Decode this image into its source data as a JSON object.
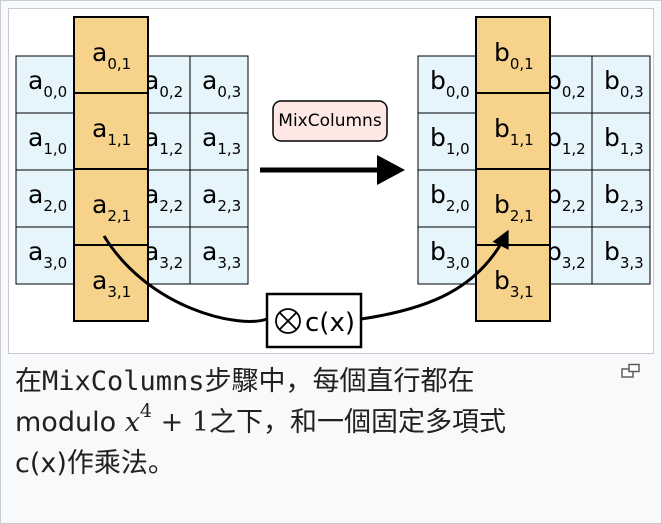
{
  "matrix_a": {
    "prefix": "a",
    "rows": [
      [
        "0,0",
        "0,1",
        "0,2",
        "0,3"
      ],
      [
        "1,0",
        "1,1",
        "1,2",
        "1,3"
      ],
      [
        "2,0",
        "2,1",
        "2,2",
        "2,3"
      ],
      [
        "3,0",
        "3,1",
        "3,2",
        "3,3"
      ]
    ]
  },
  "matrix_b": {
    "prefix": "b",
    "rows": [
      [
        "0,0",
        "0,1",
        "0,2",
        "0,3"
      ],
      [
        "1,0",
        "1,1",
        "1,2",
        "1,3"
      ],
      [
        "2,0",
        "2,1",
        "2,2",
        "2,3"
      ],
      [
        "3,0",
        "3,1",
        "3,2",
        "3,3"
      ]
    ]
  },
  "highlight_column": 1,
  "operation_label": "MixColumns",
  "multiplier_label": "c(x)",
  "colors": {
    "cell_fill": "#e6f4fb",
    "column_fill": "#f6d28b",
    "label_fill": "#fde8e4"
  },
  "caption": {
    "part1": "在",
    "code": "MixColumns",
    "part2": "步驟中，每個直行都在",
    "modulo": "modulo",
    "math_var": "x",
    "math_exp": "4",
    "math_rest": "+ 1",
    "part3": "之下，和一個固定多項式",
    "part4": "c(x)作乘法。"
  },
  "magnify_icon": "magnify-icon"
}
